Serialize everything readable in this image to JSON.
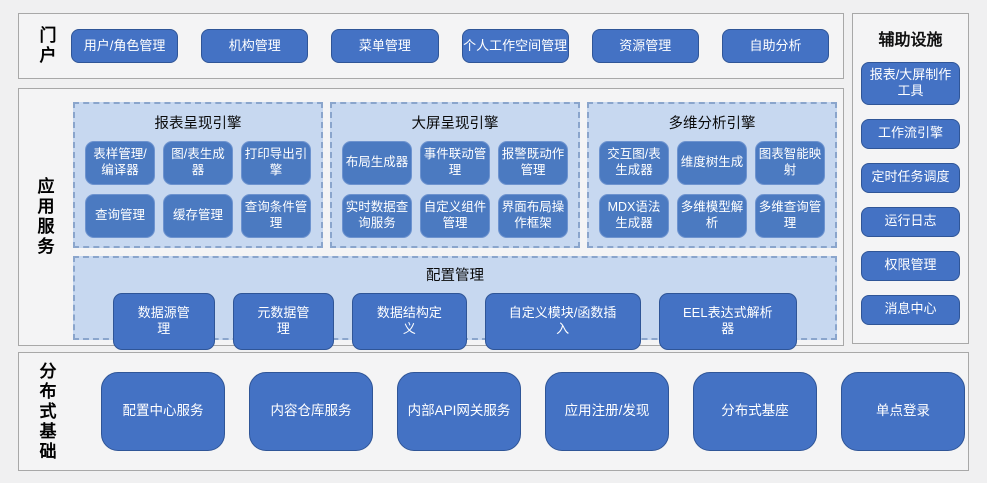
{
  "colors": {
    "button_blue": "#4472c4",
    "engine_button_blue": "#4b7ac1",
    "button_border": "#2f5597",
    "panel_light_blue": "#c7d8f0",
    "panel_dashed_border": "#8aa5cc",
    "section_background": "#f4f4f5",
    "section_border": "#a8a8a8",
    "button_text": "#ffffff"
  },
  "portal": {
    "label": "门户",
    "buttons": [
      "用户/角色管理",
      "机构管理",
      "菜单管理",
      "个人工作空间管理",
      "资源管理",
      "自助分析"
    ]
  },
  "app_services": {
    "label": "应用服务",
    "engines": [
      {
        "title": "报表呈现引擎",
        "buttons": [
          "表样管理/编译器",
          "图/表生成器",
          "打印导出引擎",
          "查询管理",
          "缓存管理",
          "查询条件管理"
        ]
      },
      {
        "title": "大屏呈现引擎",
        "buttons": [
          "布局生成器",
          "事件联动管理",
          "报警既动作管理",
          "实时数据查询服务",
          "自定义组件管理",
          "界面布局操作框架"
        ]
      },
      {
        "title": "多维分析引擎",
        "buttons": [
          "交互图/表生成器",
          "维度树生成",
          "图表智能映射",
          "MDX语法生成器",
          "多维模型解析",
          "多维查询管理"
        ]
      }
    ],
    "config": {
      "title": "配置管理",
      "buttons": [
        "数据源管理",
        "元数据管理",
        "数据结构定义",
        "自定义模块/函数插入",
        "EEL表达式解析器"
      ]
    }
  },
  "auxiliary": {
    "label": "辅助设施",
    "buttons": [
      "报表/大屏制作工具",
      "工作流引擎",
      "定时任务调度",
      "运行日志",
      "权限管理",
      "消息中心"
    ]
  },
  "distributed": {
    "label": "分布式基础",
    "buttons": [
      "配置中心服务",
      "内容仓库服务",
      "内部API网关服务",
      "应用注册/发现",
      "分布式基座",
      "单点登录"
    ]
  }
}
